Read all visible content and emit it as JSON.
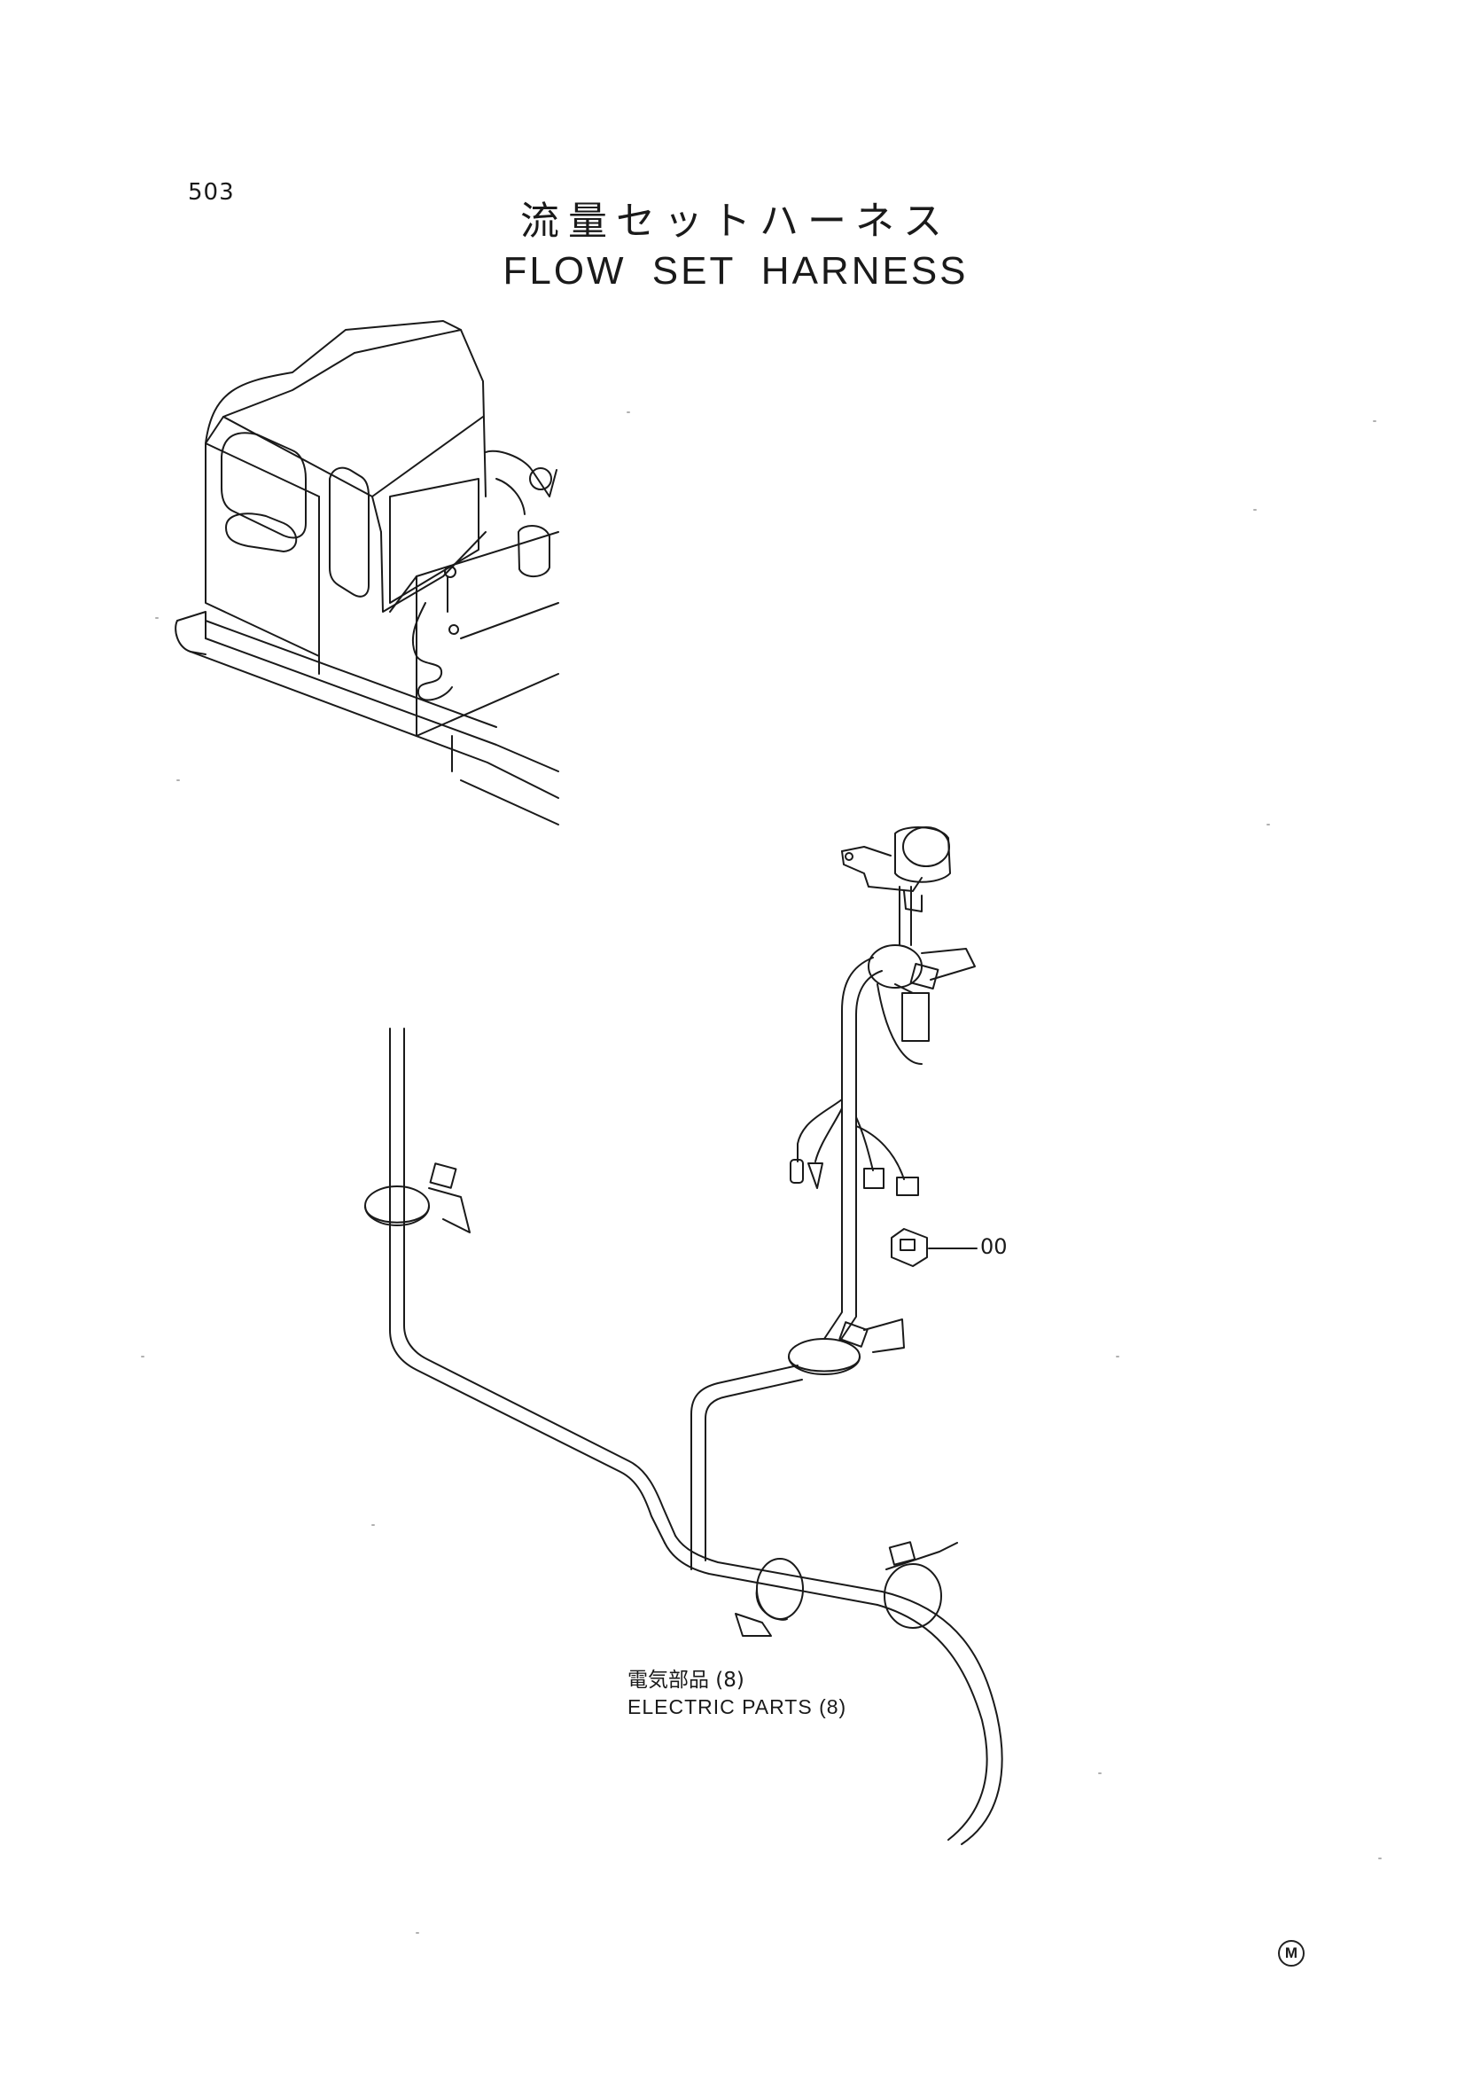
{
  "page": {
    "number": "503"
  },
  "title": {
    "japanese": "流量セットハーネス",
    "english": "FLOW SET HARNESS"
  },
  "callouts": [
    {
      "label": "00"
    }
  ],
  "reference": {
    "japanese": "電気部品 (8)",
    "english": "ELECTRIC PARTS (8)"
  },
  "mark": {
    "symbol": "M"
  },
  "colors": {
    "ink": "#1a1a1a",
    "paper": "#ffffff"
  }
}
